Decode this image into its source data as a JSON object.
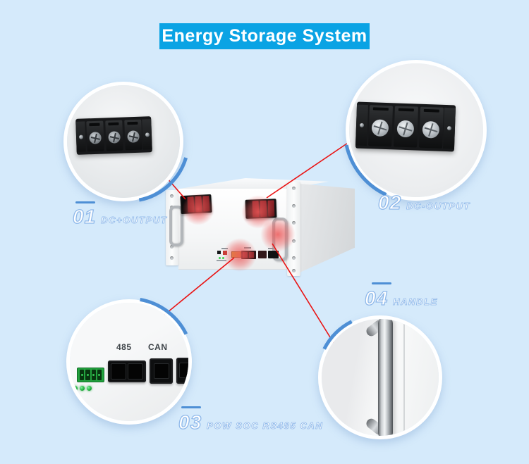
{
  "banner": {
    "title": "Energy Storage System"
  },
  "callouts": [
    {
      "id": "01",
      "label": "DC+OUTPUT"
    },
    {
      "id": "02",
      "label": "DC-OUTPUT"
    },
    {
      "id": "03",
      "label": "POW SOC RS485 CAN"
    },
    {
      "id": "04",
      "label": "HANDLE"
    }
  ],
  "detail_views": {
    "dc_plus_terminal": {
      "screw_count": 3
    },
    "dc_minus_terminal": {
      "screw_count": 3
    },
    "comms_panel": {
      "port_labels": [
        "485",
        "CAN"
      ],
      "led_count": 3
    },
    "handle": {}
  },
  "colors": {
    "background": "#d5eafb",
    "banner_bg": "#0aa3e4",
    "banner_text": "#ffffff",
    "accent_arc": "#4e8fd5",
    "label_outline": "#90b9ea",
    "callout_line": "#ea1212",
    "hotspot_glow": "#ec5858"
  }
}
